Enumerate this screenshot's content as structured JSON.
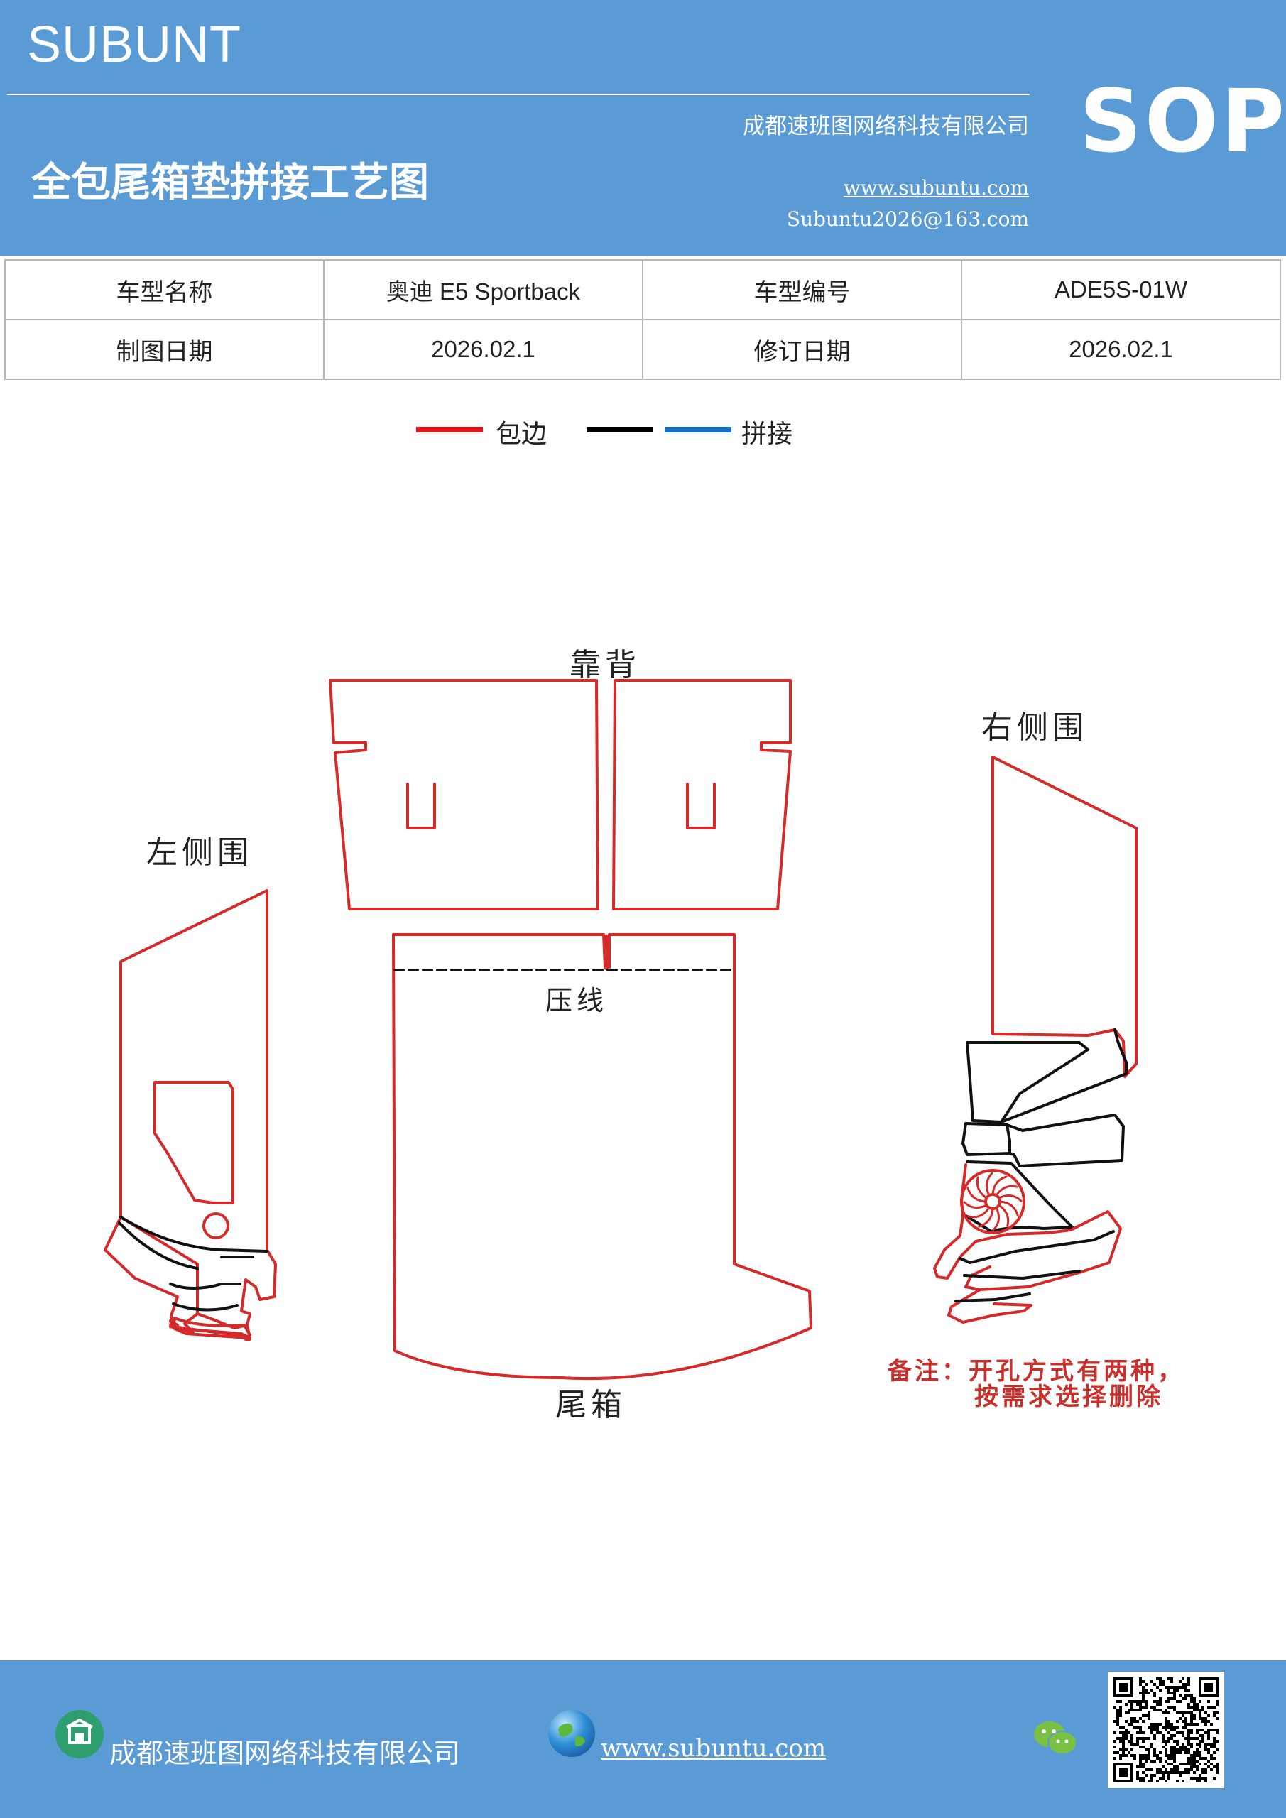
{
  "header": {
    "brand": "SUBUNT",
    "sop": "SOP",
    "company": "成都速班图网络科技有限公司",
    "title": "全包尾箱垫拼接工艺图",
    "website": "www.subuntu.com",
    "email": "Subuntu2026@163.com"
  },
  "info_table": {
    "rows": [
      {
        "label1": "车型名称",
        "value1": "奥迪 E5  Sportback",
        "label2": "车型编号",
        "value2": "ADE5S-01W"
      },
      {
        "label1": "制图日期",
        "value1": "2026.02.1",
        "label2": "修订日期",
        "value2": "2026.02.1"
      }
    ]
  },
  "legend": {
    "items": [
      {
        "label": "包边",
        "color": "#e8141b"
      },
      {
        "label": "",
        "color": "#000000"
      },
      {
        "label": "拼接",
        "color": "#1470c4"
      }
    ]
  },
  "diagram": {
    "labels": {
      "backrest": "靠背",
      "left_side": "左侧围",
      "right_side": "右侧围",
      "press_line": "压线",
      "trunk": "尾箱"
    },
    "note_line1": "备注：开孔方式有两种，",
    "note_line2": "按需求选择删除",
    "colors": {
      "edge": "#d42a2a",
      "seam": "#111111"
    }
  },
  "footer": {
    "company": "成都速班图网络科技有限公司",
    "website": "www.subuntu.com"
  }
}
